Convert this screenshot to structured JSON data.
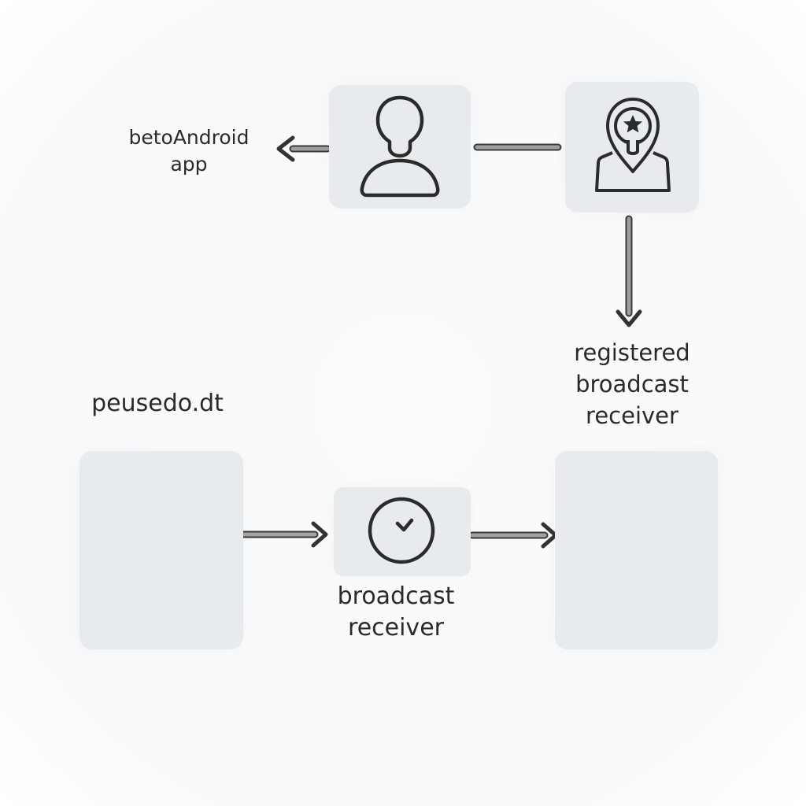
{
  "labels": {
    "android_app_line1": "betoAndroid",
    "android_app_line2": "app",
    "registered_line1": "registered",
    "registered_line2": "broadcast",
    "registered_line3": "receiver",
    "pseudo": "peusedo.dt",
    "broadcast_line1": "broadcast",
    "broadcast_line2": "receiver"
  },
  "icons": {
    "user": "person-icon",
    "location": "location-pin-star-icon",
    "clock": "clock-icon"
  },
  "colors": {
    "node_fill": "#e8ebee",
    "stroke": "#333333",
    "connector": "#9a9a9a"
  }
}
